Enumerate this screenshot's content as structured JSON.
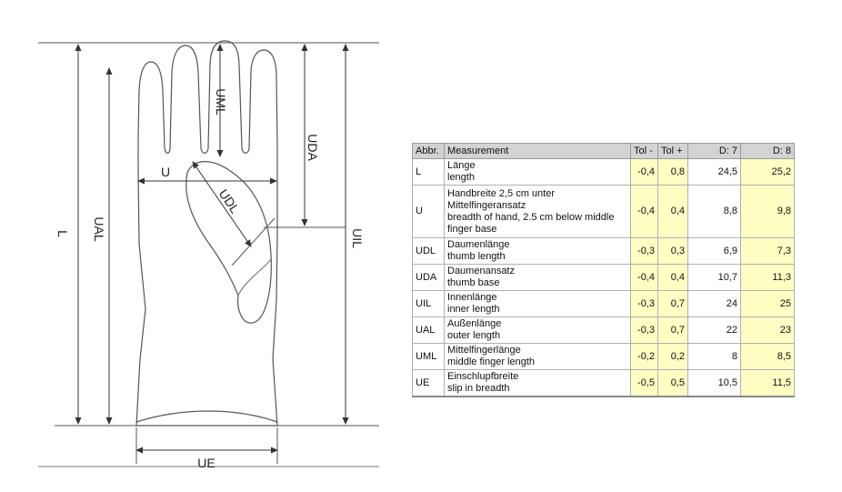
{
  "diagram": {
    "labels": {
      "L": "L",
      "UAL": "UAL",
      "UML": "UML",
      "U": "U",
      "UDL": "UDL",
      "UDA": "UDA",
      "UIL": "UIL",
      "UE": "UE"
    }
  },
  "table": {
    "headers": {
      "abbr": "Abbr.",
      "measurement": "Measurement",
      "tol_minus": "Tol -",
      "tol_plus": "Tol +",
      "d7": "D: 7",
      "d8": "D: 8"
    },
    "rows": [
      {
        "abbr": "L",
        "de": "Länge",
        "en": "length",
        "tol_minus": "-0,4",
        "tol_plus": "0,8",
        "d7": "24,5",
        "d8": "25,2"
      },
      {
        "abbr": "U",
        "de": "Handbreite 2,5 cm unter Mittelfingeransatz",
        "en": "breadth of hand, 2.5 cm below middle finger base",
        "tol_minus": "-0,4",
        "tol_plus": "0,4",
        "d7": "8,8",
        "d8": "9,8"
      },
      {
        "abbr": "UDL",
        "de": "Daumenlänge",
        "en": "thumb length",
        "tol_minus": "-0,3",
        "tol_plus": "0,3",
        "d7": "6,9",
        "d8": "7,3"
      },
      {
        "abbr": "UDA",
        "de": "Daumenansatz",
        "en": "thumb base",
        "tol_minus": "-0,4",
        "tol_plus": "0,4",
        "d7": "10,7",
        "d8": "11,3"
      },
      {
        "abbr": "UIL",
        "de": "Innenlänge",
        "en": "inner length",
        "tol_minus": "-0,3",
        "tol_plus": "0,7",
        "d7": "24",
        "d8": "25"
      },
      {
        "abbr": "UAL",
        "de": "Außenlänge",
        "en": "outer length",
        "tol_minus": "-0,3",
        "tol_plus": "0,7",
        "d7": "22",
        "d8": "23"
      },
      {
        "abbr": "UML",
        "de": "Mittelfingerlänge",
        "en": "middle finger length",
        "tol_minus": "-0,2",
        "tol_plus": "0,2",
        "d7": "8",
        "d8": "8,5"
      },
      {
        "abbr": "UE",
        "de": "Einschlupfbreite",
        "en": "slip in breadth",
        "tol_minus": "-0,5",
        "tol_plus": "0,5",
        "d7": "10,5",
        "d8": "11,5"
      }
    ]
  }
}
